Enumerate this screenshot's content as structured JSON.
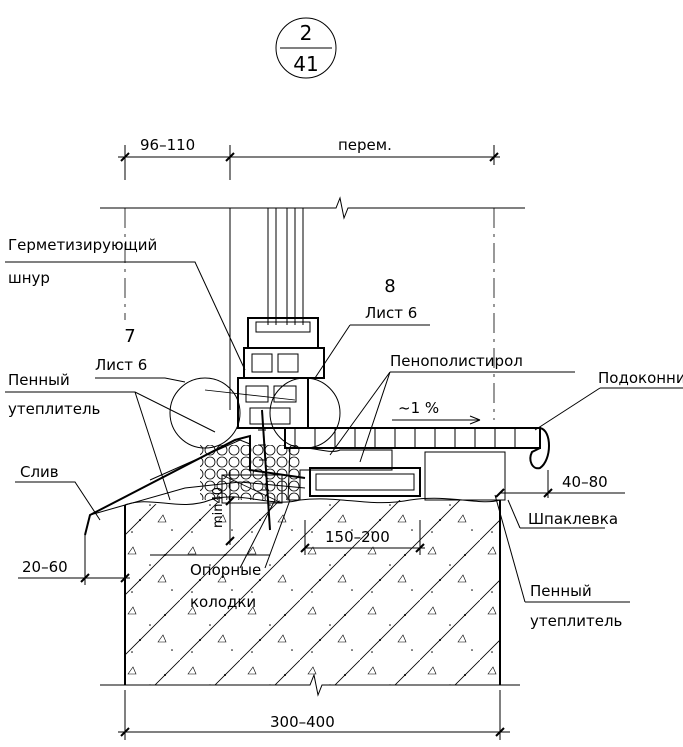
{
  "sheet_ref": {
    "number": "2",
    "sheet": "41"
  },
  "dimensions": {
    "frame_width": "96–110",
    "variable_width": "перем.",
    "slope": "~1 %",
    "sill_overhang": "40–80",
    "drip_offset": "20–60",
    "insulation_gap": "150–200",
    "min_depth": "min40",
    "wall_depth": "300–400"
  },
  "callouts": {
    "detail_7_number": "7",
    "detail_7_sheet": "Лист 6",
    "detail_8_number": "8",
    "detail_8_sheet": "Лист 6"
  },
  "labels": {
    "sealing_line1": "Герметизирующий",
    "sealing_line2": "шнур",
    "foam_insul_left_line1": "Пенный",
    "foam_insul_left_line2": "утеплитель",
    "drip": "Слив",
    "polystyrene": "Пенополистирол",
    "window_sill": "Подоконник",
    "putty": "Шпаклевка",
    "foam_insul_right_line1": "Пенный",
    "foam_insul_right_line2": "утеплитель",
    "support_blocks_line1": "Опорные",
    "support_blocks_line2": "колодки"
  }
}
